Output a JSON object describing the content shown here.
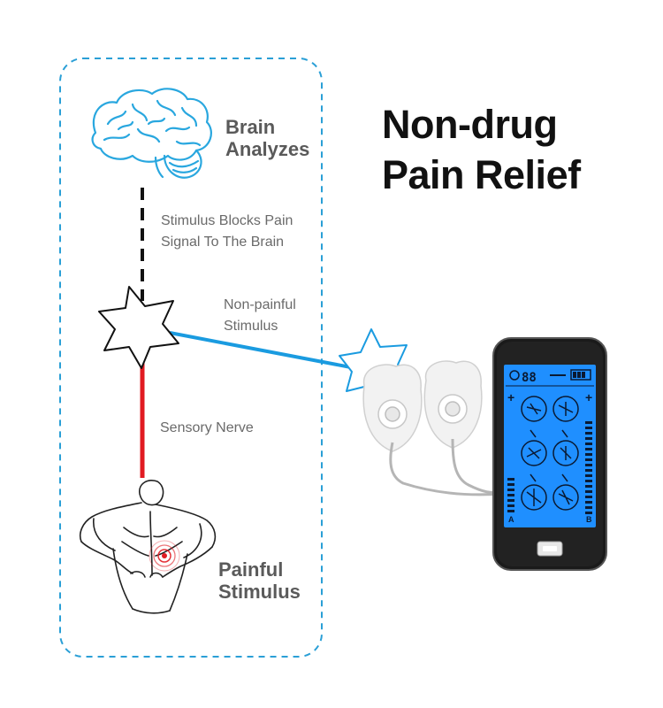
{
  "title": {
    "line1": "Non-drug",
    "line2": "Pain Relief"
  },
  "labels": {
    "brain_line1": "Brain",
    "brain_line2": "Analyzes",
    "block_line1": "Stimulus Blocks Pain",
    "block_line2": "Signal To The Brain",
    "nonpainful_line1": "Non-painful",
    "nonpainful_line2": "Stimulus",
    "sensory": "Sensory Nerve",
    "painful_line1": "Painful",
    "painful_line2": "Stimulus"
  },
  "device": {
    "display_time": "88",
    "channel_a": "A",
    "channel_b": "B"
  },
  "colors": {
    "dashed_border": "#2a9fd6",
    "nerve_red": "#e11b22",
    "stimulus_blue": "#1a9be0",
    "signal_black": "#111111",
    "lcd_blue": "#1f8fff"
  },
  "icons": [
    "brain-icon",
    "neuron-star-icon",
    "stimulus-star-icon",
    "electrode-pad-icon",
    "tens-device-icon",
    "person-back-pain-icon"
  ]
}
